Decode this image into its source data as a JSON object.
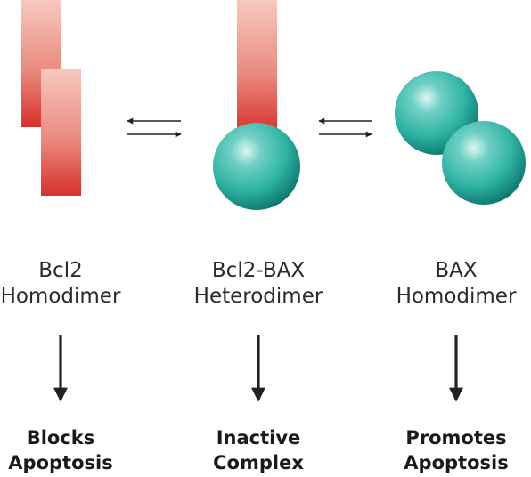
{
  "colors": {
    "bcl2_light": "#f6c9c0",
    "bcl2_dark": "#d8312c",
    "bax_light": "#dff6f2",
    "bax_mid": "#2fb3a4",
    "bax_dark": "#0e7a70",
    "arrow": "#222222"
  },
  "columns": [
    {
      "label_line1": "Bcl2",
      "label_line2": "Homodimer",
      "outcome_line1": "Blocks",
      "outcome_line2": "Apoptosis"
    },
    {
      "label_line1": "Bcl2-BAX",
      "label_line2": "Heterodimer",
      "outcome_line1": "Inactive",
      "outcome_line2": "Complex"
    },
    {
      "label_line1": "BAX",
      "label_line2": "Homodimer",
      "outcome_line1": "Promotes",
      "outcome_line2": "Apoptosis"
    }
  ]
}
